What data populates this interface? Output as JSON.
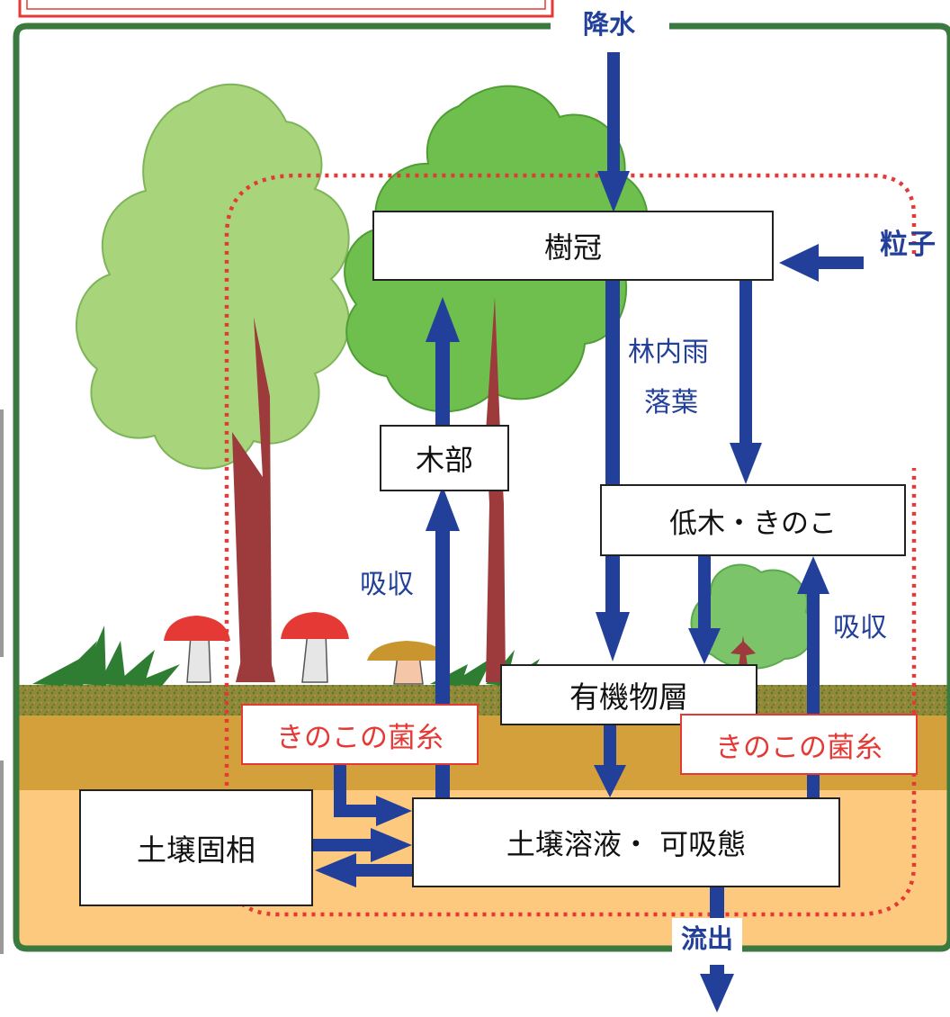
{
  "boxes": {
    "canopy": "樹冠",
    "wood": "木部",
    "shrub_mushroom": "低木・きのこ",
    "organic_layer": "有機物層",
    "soil_solution": "土壌溶液・ 可吸態",
    "soil_solid": "土壌固相",
    "mycelium_left": "きのこの菌糸",
    "mycelium_right": "きのこの菌糸"
  },
  "flow_labels": {
    "precipitation": "降水",
    "particles": "粒子",
    "outflow": "流出",
    "throughfall": "林内雨",
    "litterfall": "落葉",
    "absorption_left": "吸収",
    "absorption_right": "吸収"
  },
  "colors": {
    "frame": "#3b7a3f",
    "arrow": "#22409a",
    "boundary": "#e53935",
    "subsoil": "#fdc97e",
    "topsoil": "#d3a03c",
    "litter": "#7d8a3a"
  }
}
